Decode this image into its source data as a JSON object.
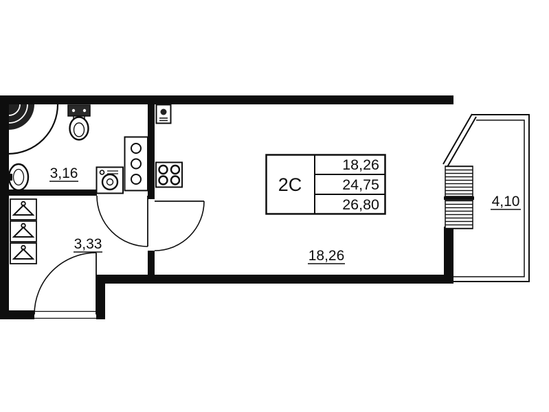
{
  "unit_card": {
    "type_label": "2C",
    "rows": [
      "18,26",
      "24,75",
      "26,80"
    ]
  },
  "room_labels": {
    "bathroom": "3,16",
    "hallway": "3,33",
    "living": "18,26",
    "balcony": "4,10"
  },
  "fixtures": [
    "shower",
    "toilet",
    "sink",
    "washing-machine",
    "ventilation-shaft",
    "stove-4-burner",
    "electrical-panel",
    "wardrobe-hangers",
    "entrance-door",
    "bathroom-door",
    "room-door",
    "corner-window",
    "balcony-glazing"
  ],
  "colors": {
    "wall": "#0e0e0e",
    "background": "#ffffff"
  }
}
